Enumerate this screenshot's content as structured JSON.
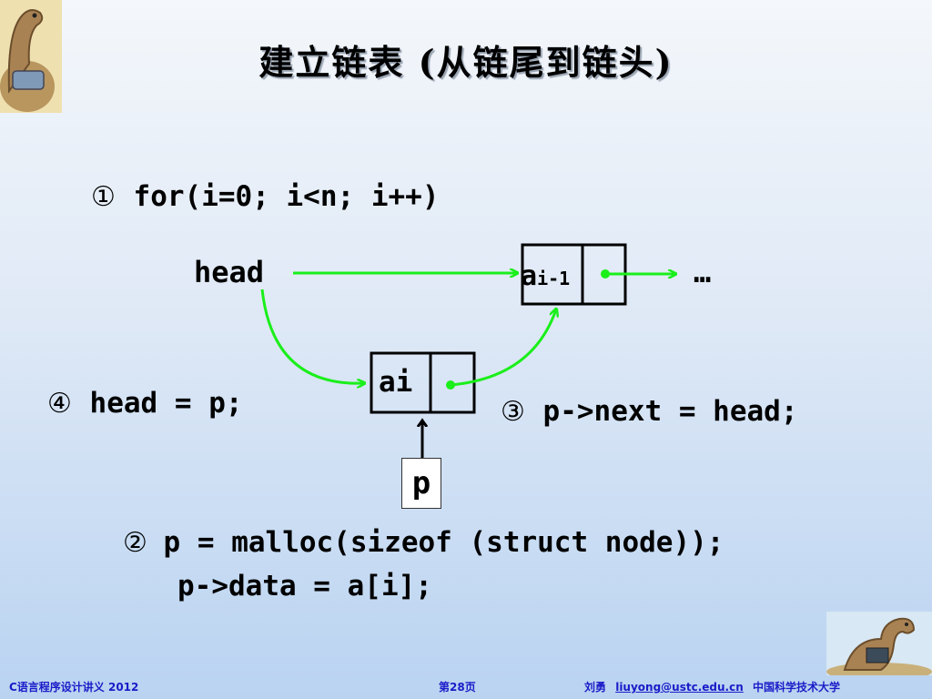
{
  "slide": {
    "title": "建立链表 (从链尾到链头)",
    "step1": {
      "marker": "①",
      "code": "for(i=0; i<n; i++)"
    },
    "step2": {
      "marker": "②",
      "line1": "p = malloc(sizeof (struct node));",
      "line2": "p->data = a[i];"
    },
    "step3": {
      "marker": "③",
      "code": "p->next = head;"
    },
    "step4": {
      "marker": "④",
      "code": "head = p;"
    }
  },
  "diagram": {
    "head_label": "head",
    "node_prev": {
      "base": "a",
      "subscript": "i-1"
    },
    "node_new": {
      "label": "ai"
    },
    "pointer_label": "p",
    "ellipsis": "…",
    "arrow_color": "#1aef1a",
    "node_border_color": "#000000"
  },
  "footer": {
    "course": "C语言程序设计讲义 2012",
    "page": "第28页",
    "author": "刘勇",
    "email": "liuyong@ustc.edu.cn",
    "school": "中国科学技术大学"
  }
}
